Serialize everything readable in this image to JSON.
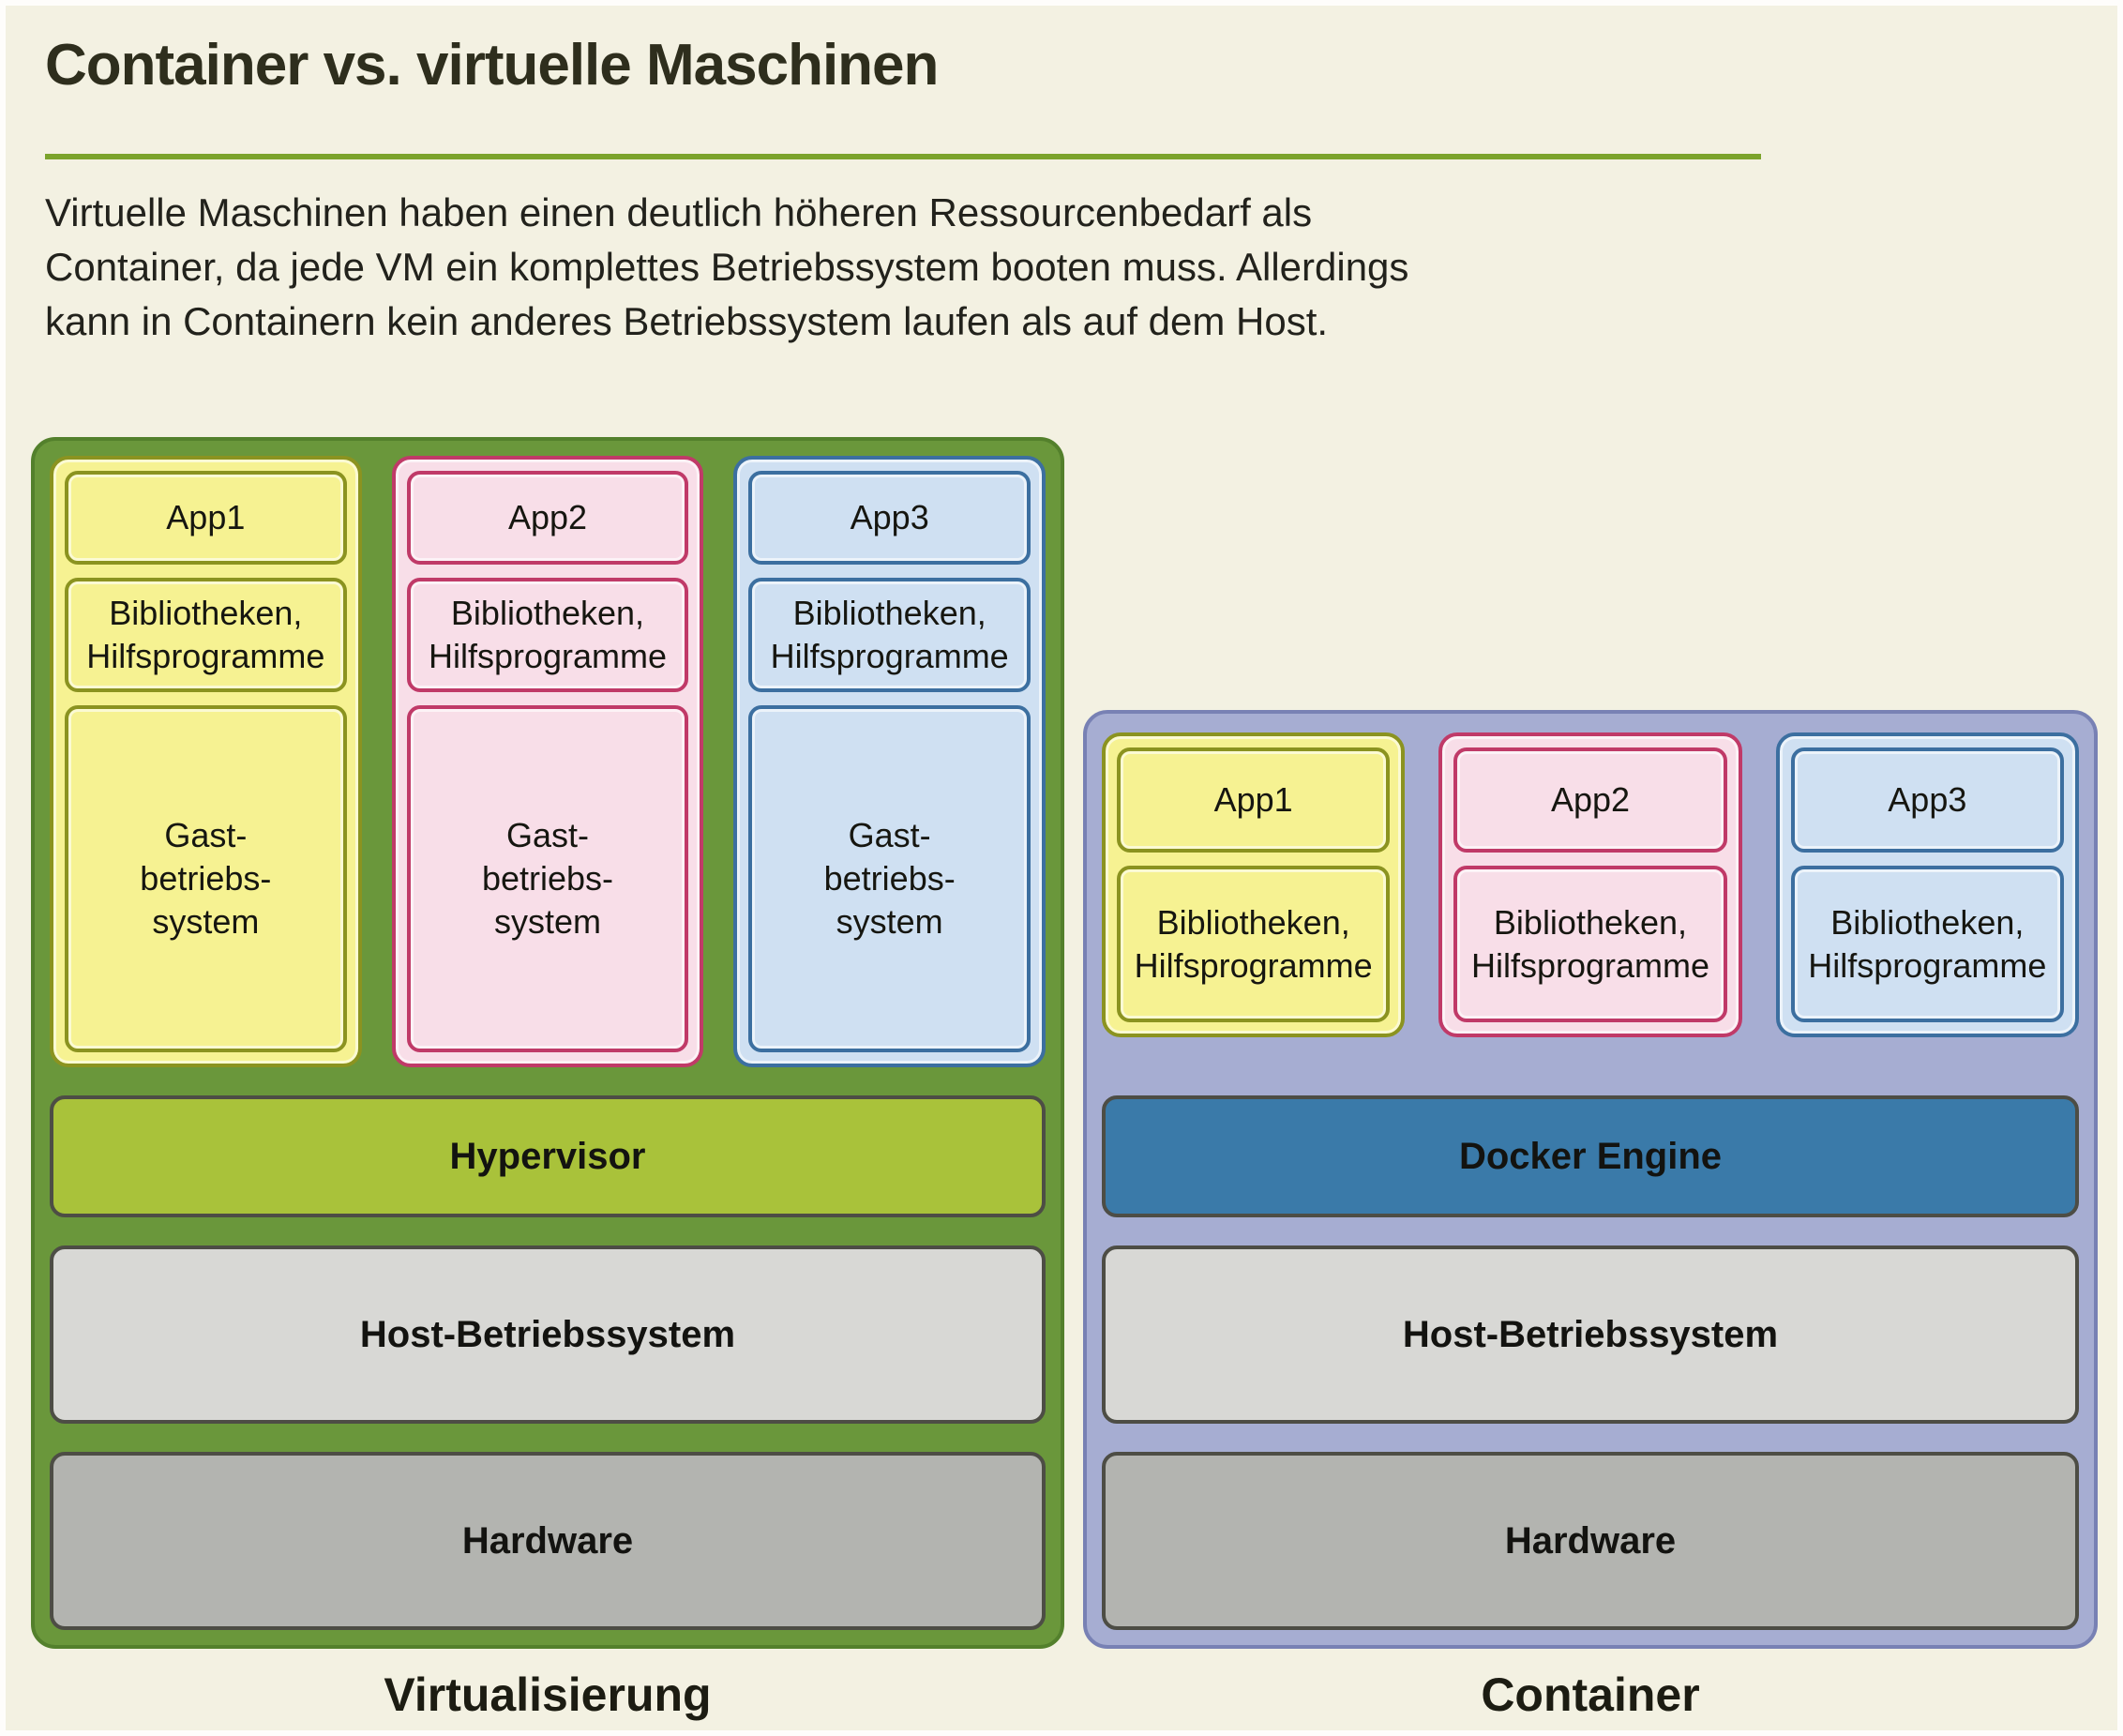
{
  "title": "Container vs. virtuelle Maschinen",
  "intro": "Virtuelle Maschinen haben einen deutlich höheren Ressourcenbedarf als\nContainer, da jede VM ein komplettes Betriebssystem booten muss. Allerdings\nkann in Containern kein anderes Betriebssystem laufen als auf dem Host.",
  "colors": {
    "background": "#f3f1e2",
    "title_underline": "#7ba32c",
    "virtualization_panel": "#6a973b",
    "container_panel": "#a6add2",
    "yellow_fill": "#f6f292",
    "yellow_border": "#8b9320",
    "pink_fill": "#f8dee8",
    "pink_border": "#c03a68",
    "blue_fill": "#cfe0f2",
    "blue_border": "#3c6fa0",
    "hypervisor_fill": "#a9c23a",
    "docker_fill": "#3a7aa9",
    "host_os_fill": "#d8d8d5",
    "hardware_fill": "#b3b4b0"
  },
  "virtualization": {
    "caption": "Virtualisierung",
    "stacks": [
      {
        "app": "App1",
        "libs": "Bibliotheken,\nHilfsprogramme",
        "guest_os": "Gast-\nbetriebs-\nsystem"
      },
      {
        "app": "App2",
        "libs": "Bibliotheken,\nHilfsprogramme",
        "guest_os": "Gast-\nbetriebs-\nsystem"
      },
      {
        "app": "App3",
        "libs": "Bibliotheken,\nHilfsprogramme",
        "guest_os": "Gast-\nbetriebs-\nsystem"
      }
    ],
    "layers": {
      "hypervisor": "Hypervisor",
      "host_os": "Host-Betriebssystem",
      "hardware": "Hardware"
    }
  },
  "container": {
    "caption": "Container",
    "stacks": [
      {
        "app": "App1",
        "libs": "Bibliotheken,\nHilfsprogramme"
      },
      {
        "app": "App2",
        "libs": "Bibliotheken,\nHilfsprogramme"
      },
      {
        "app": "App3",
        "libs": "Bibliotheken,\nHilfsprogramme"
      }
    ],
    "layers": {
      "engine": "Docker Engine",
      "host_os": "Host-Betriebssystem",
      "hardware": "Hardware"
    }
  }
}
